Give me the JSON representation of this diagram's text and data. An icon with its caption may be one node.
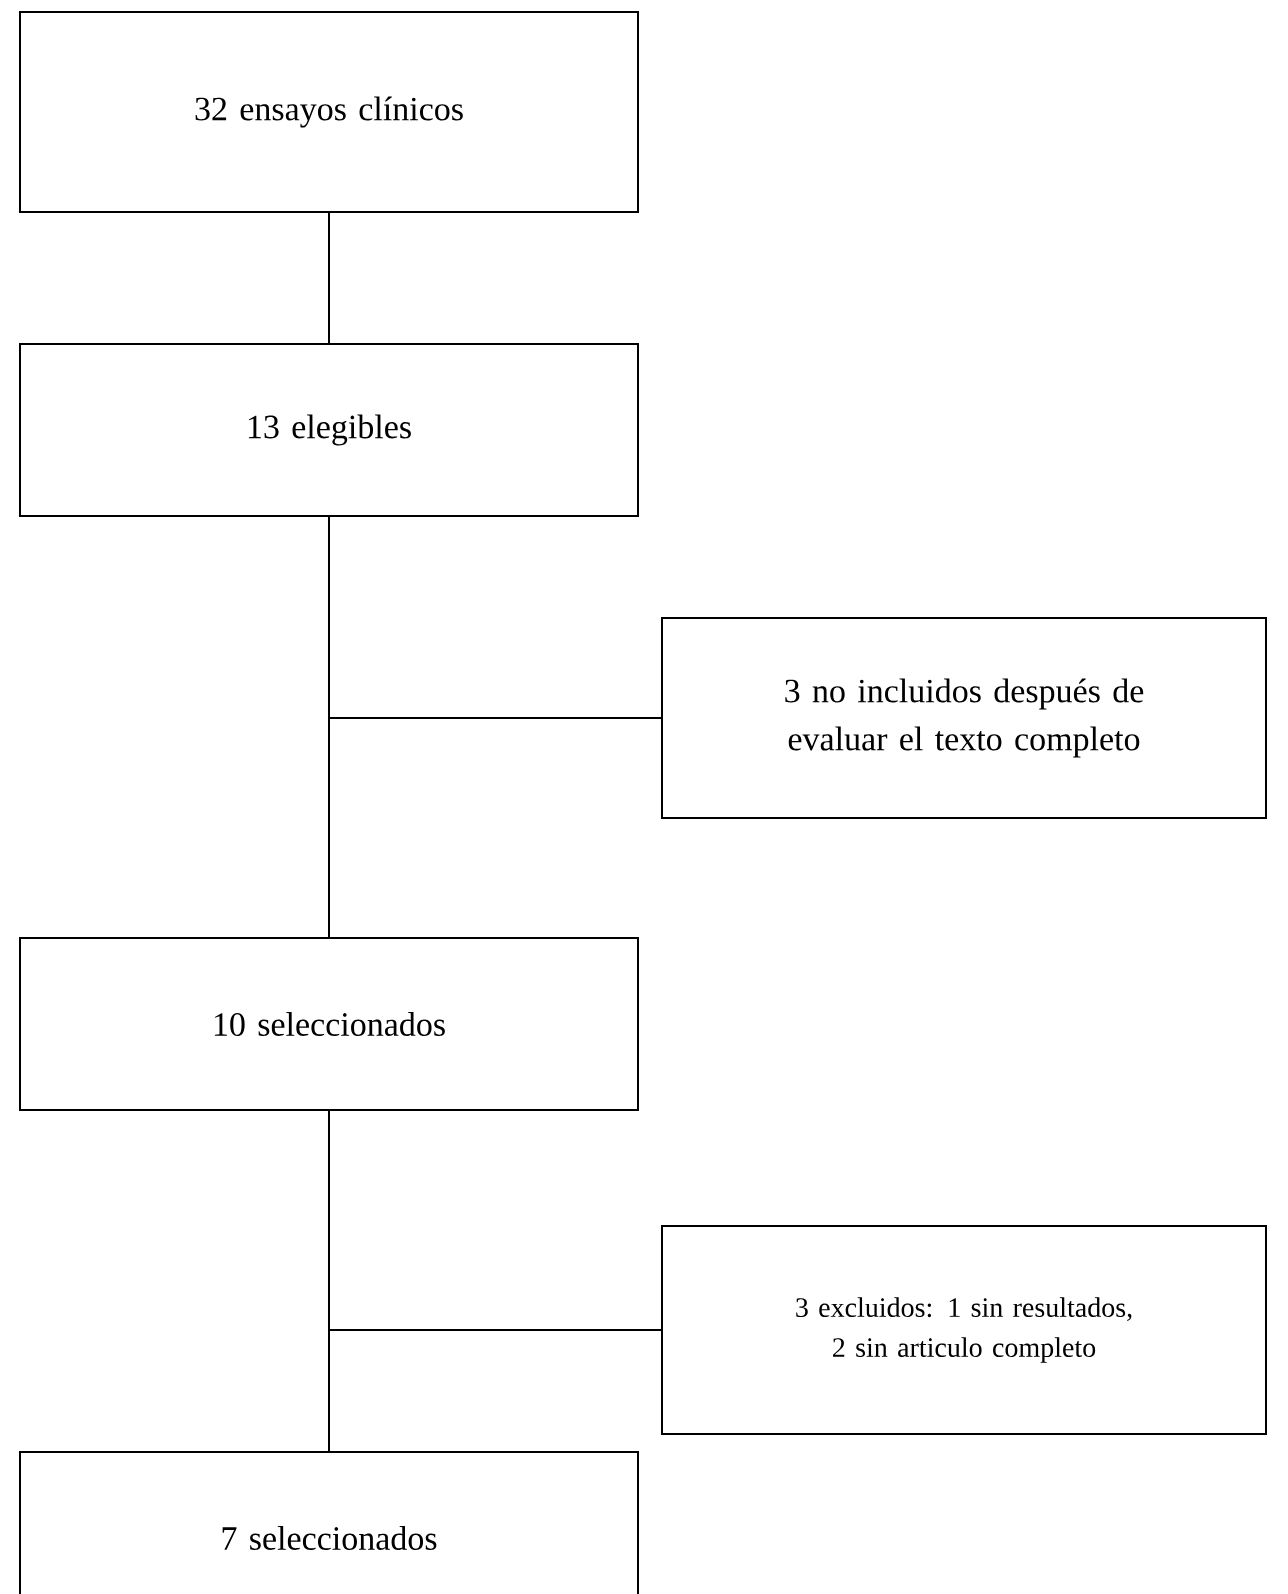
{
  "diagram": {
    "nodes": [
      {
        "text": [
          "32 ensayos clínicos"
        ]
      },
      {
        "text": [
          "13 elegibles"
        ]
      },
      {
        "text": [
          "3 no incluidos después de evaluar el texto completo"
        ]
      },
      {
        "text": [
          "10 seleccionados"
        ]
      },
      {
        "text": [
          "3 excluidos: 1 sin resultados, 2 sin articulo completo"
        ]
      },
      {
        "text": [
          "7 seleccionados"
        ]
      }
    ],
    "edges": [
      {
        "from": 0,
        "to": 1,
        "arrow": "none"
      },
      {
        "from": 1,
        "to": 3,
        "arrow": "none"
      },
      {
        "from": 1,
        "to": 2,
        "arrow": "none"
      },
      {
        "from": 3,
        "to": 5,
        "arrow": "none"
      },
      {
        "from": 3,
        "to": 4,
        "arrow": "none"
      }
    ]
  }
}
